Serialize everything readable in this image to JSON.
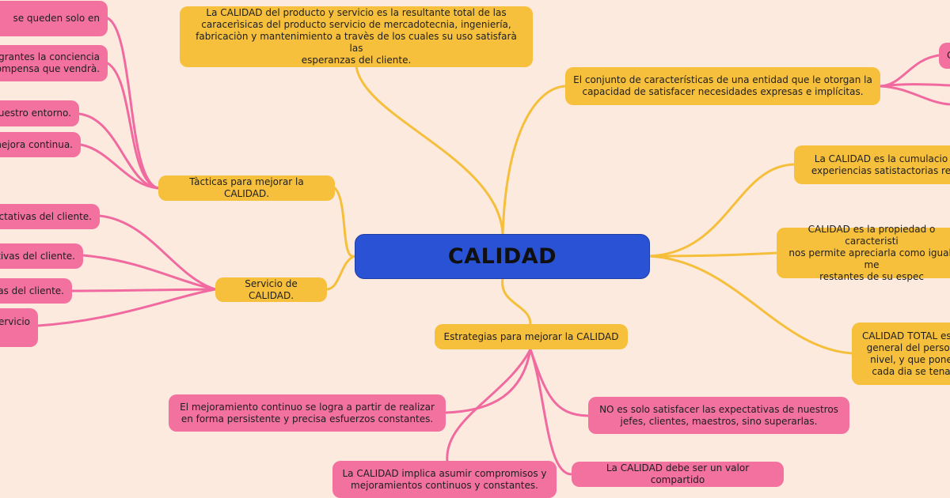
{
  "central": "CALIDAD",
  "branches": {
    "definition_top": "La CALIDAD del producto y servicio es la resultante total de las\ncaracerìsicas del producto servicio de mercadotecnia, ingeniería,\nfabricaciòn y mantenimiento a travès de los cuales su uso satisfarà las\nesperanzas del cliente.",
    "characteristics": "El conjunto de características de una entidad que le otorgan la\ncapacidad de satisfacer necesidades expresas e implícitas.",
    "cumulative": "La CALIDAD es la cumulacio\nexperiencias satistactorias re",
    "property": "CALIDAD es la propiedad o caracteristi\nnos permite apreciarla como igual, me\nrestantes de su espec",
    "total": "CALIDAD TOTAL es u\ngeneral del person\nnivel, y que pone\ncada dia se tena",
    "tactics": "Tàcticas para mejorar la CALIDAD.",
    "service": "Servicio de CALIDAD.",
    "strategies": "Estrategias para mejorar la CALIDAD"
  },
  "right_subtopic": "C",
  "tactics_items": [
    "se queden solo en",
    "grantes la conciencia\nompensa que vendrà.",
    "uestro entorno.",
    "mejora continua."
  ],
  "service_items": [
    "ectativas del cliente.",
    "tivas del cliente.",
    "as del cliente.",
    "ervicio"
  ],
  "strategy_items": [
    "El mejoramiento continuo se logra a partir de realizar\nen forma persistente y precisa esfuerzos constantes.",
    "NO es solo satisfacer las expectativas de nuestros\njefes, clientes, maestros, sino superarlas.",
    "La CALIDAD implica asumir compromisos y\nmejoramientos continuos y constantes.",
    "La CALIDAD debe ser un valor compartido"
  ],
  "colors": {
    "background": "#fdeadf",
    "central": "#2953d4",
    "yellow_node": "#f7c03c",
    "pink_node": "#f2719e",
    "yellow_link": "#f5bf3b",
    "pink_link": "#f06aa0"
  }
}
